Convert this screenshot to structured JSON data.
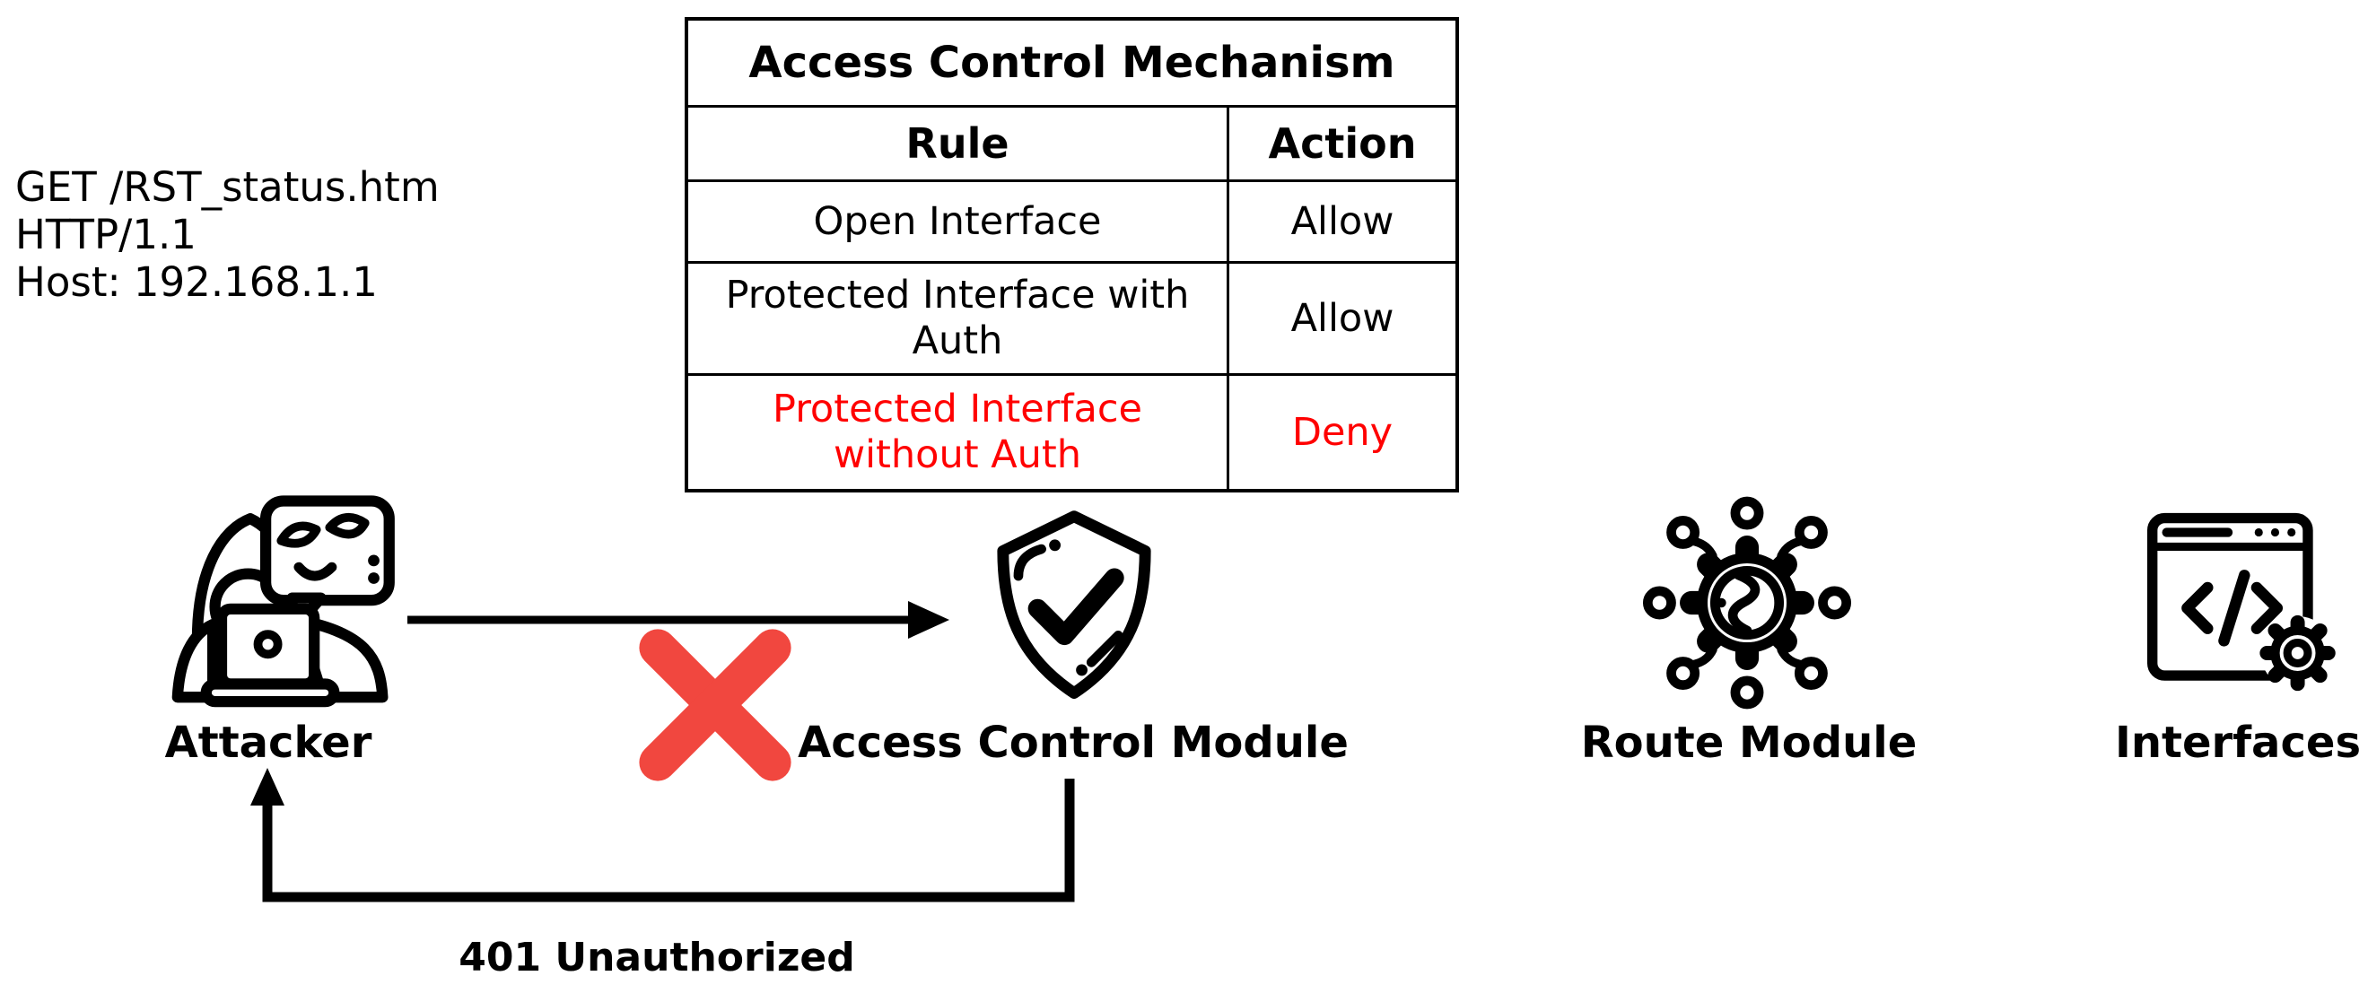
{
  "request_message": {
    "lines": [
      "GET /RST_status.htm",
      "HTTP/1.1",
      "Host: 192.168.1.1"
    ]
  },
  "table": {
    "title": "Access Control Mechanism",
    "columns": [
      "Rule",
      "Action"
    ],
    "rows": [
      {
        "rule": "Open Interface",
        "action": "Allow",
        "denied": false
      },
      {
        "rule": "Protected Interface with Auth",
        "action": "Allow",
        "denied": false
      },
      {
        "rule": "Protected Interface without Auth",
        "action": "Deny",
        "denied": true
      }
    ]
  },
  "nodes": [
    {
      "label": "Attacker",
      "icon": "hacker-laptop-icon"
    },
    {
      "label": "Access Control Module",
      "icon": "shield-check-icon"
    },
    {
      "label": "Route Module",
      "icon": "gear-network-icon"
    },
    {
      "label": "Interfaces",
      "icon": "browser-code-gear-icon"
    }
  ],
  "flow": {
    "blocked_marker_icon": "red-cross-icon",
    "response_label": "401 Unauthorized"
  },
  "colors": {
    "line": "#000000",
    "deny-red": "#ff0000",
    "cross-red": "#f1473f"
  }
}
